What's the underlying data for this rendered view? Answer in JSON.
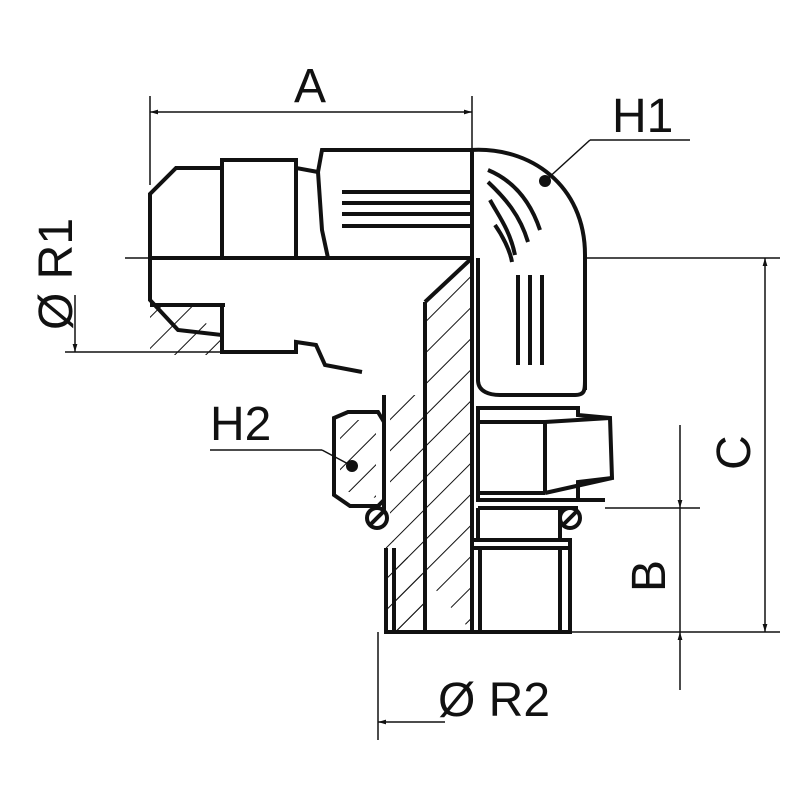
{
  "labels": {
    "a": "A",
    "h1": "H1",
    "r1": "Ø R1",
    "h2": "H2",
    "c": "C",
    "b": "B",
    "r2": "Ø R2"
  }
}
